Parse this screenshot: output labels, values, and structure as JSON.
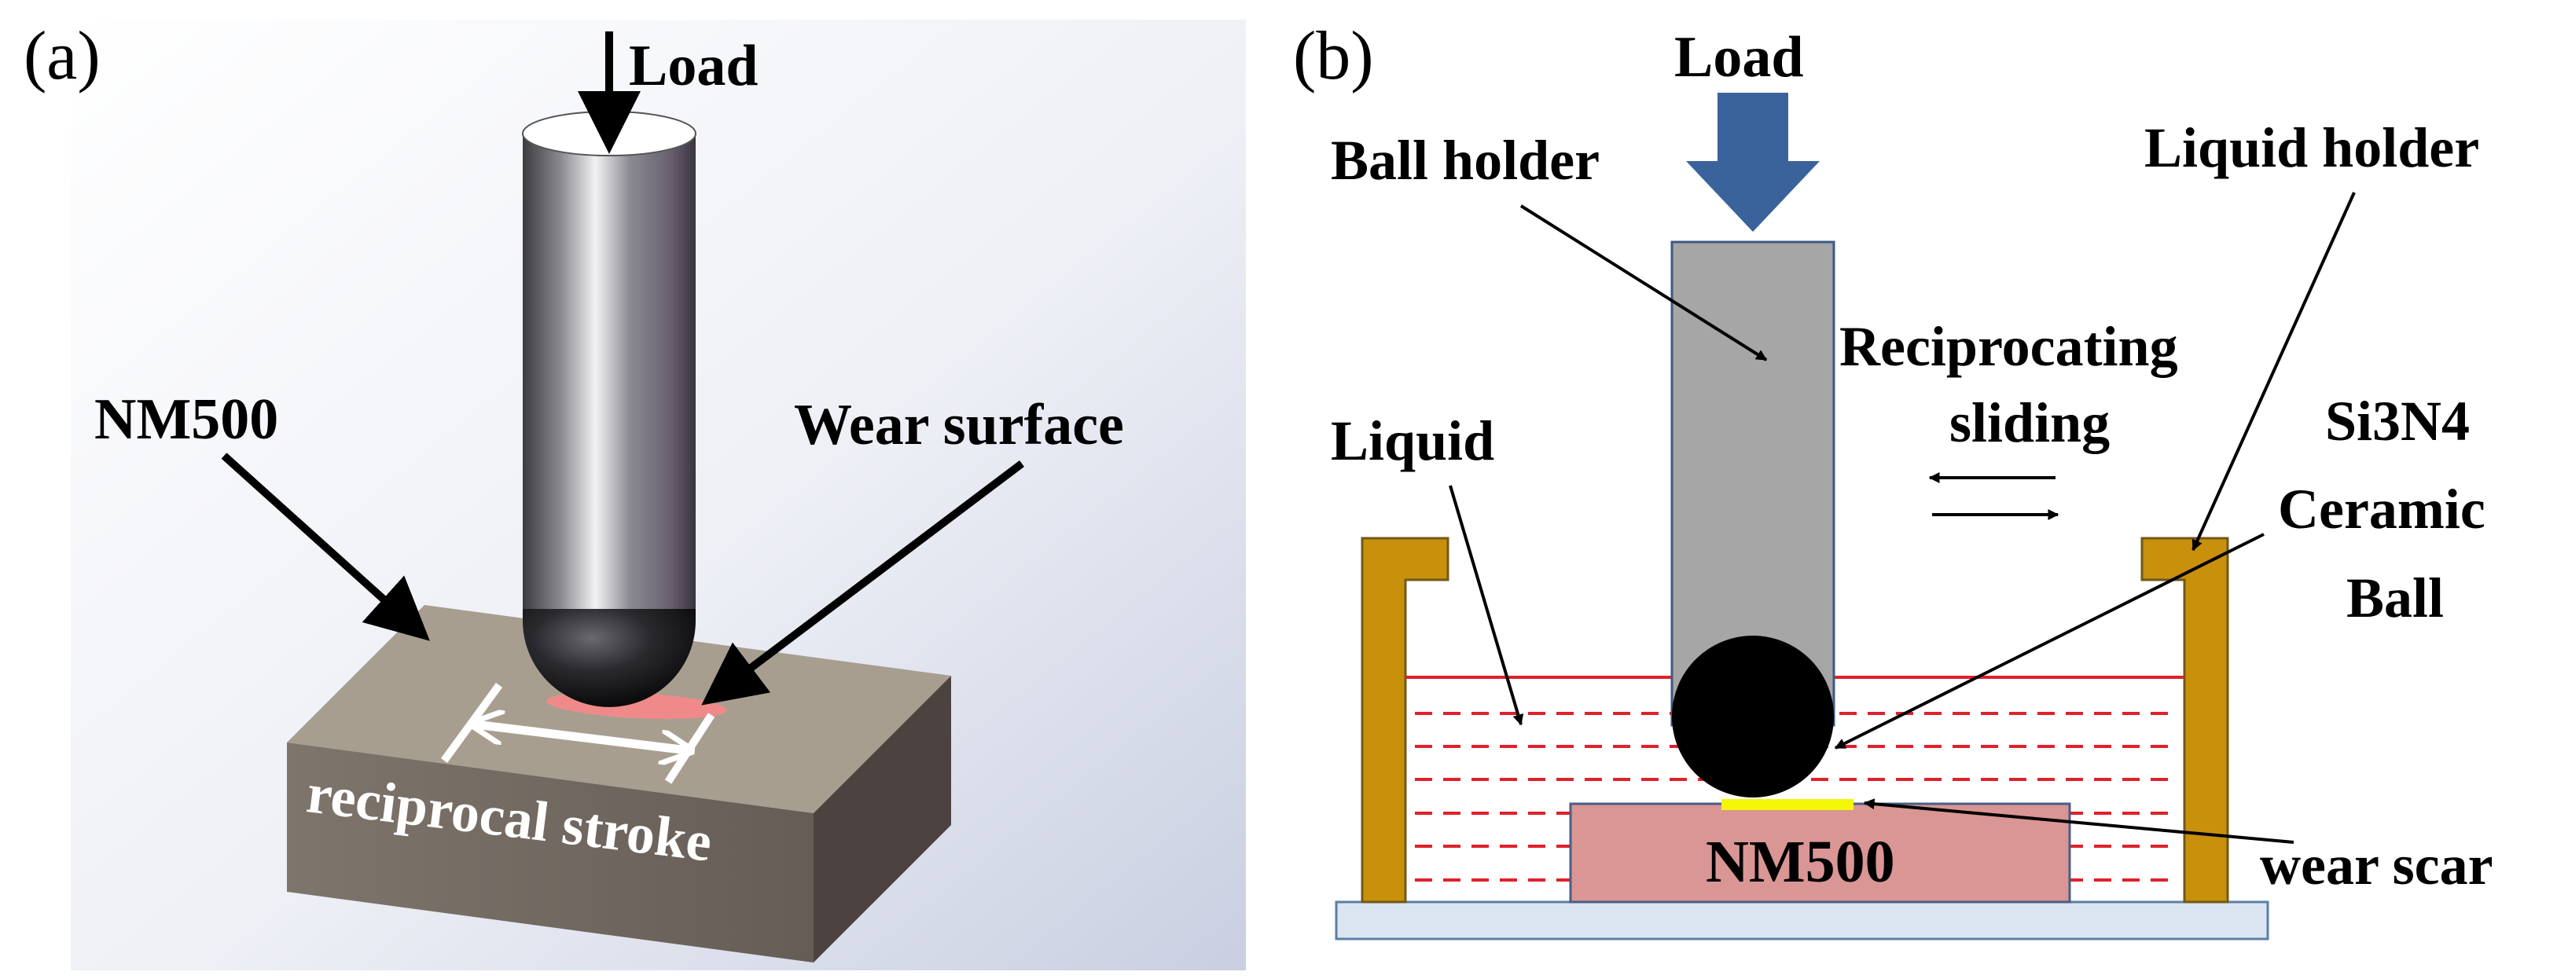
{
  "panel_a": {
    "tag": "(a)",
    "load": "Load",
    "specimen": "NM500",
    "wear_surface": "Wear surface",
    "stroke": "reciprocal stroke"
  },
  "panel_b": {
    "tag": "(b)",
    "load": "Load",
    "ball_holder": "Ball holder",
    "liquid_holder": "Liquid holder",
    "sliding_line1": "Reciprocating",
    "sliding_line2": "sliding",
    "liquid": "Liquid",
    "ball_line1": "Si3N4",
    "ball_line2": "Ceramic",
    "ball_line3": "Ball",
    "specimen": "NM500",
    "wear_scar": "wear scar"
  },
  "colors": {
    "load_arrow_b": "#3a639b",
    "holder_gold": "#c9900c",
    "liquid_line": "#e0202a",
    "specimen_pink": "#d99694",
    "wear_scar": "#f3f70a",
    "base_plate": "#dce6f2",
    "ball_holder_gray": "#a6a6a6",
    "scar_a": "#f08a8a"
  }
}
